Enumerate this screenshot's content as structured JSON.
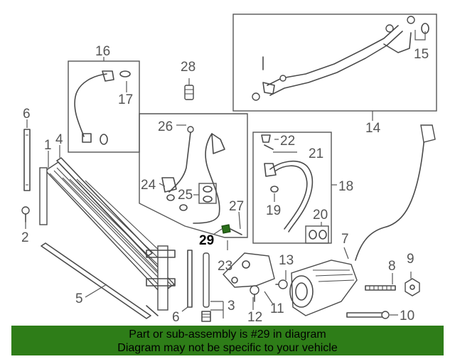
{
  "callouts": {
    "c1": "1",
    "c2": "2",
    "c3": "3",
    "c4": "4",
    "c5": "5",
    "c6a": "6",
    "c6b": "6",
    "c7": "7",
    "c8": "8",
    "c9": "9",
    "c10": "10",
    "c11": "11",
    "c12": "12",
    "c13": "13",
    "c14": "14",
    "c15": "15",
    "c16": "16",
    "c17": "17",
    "c18": "18",
    "c19": "19",
    "c20": "20",
    "c21": "21",
    "c22": "22",
    "c23": "23",
    "c24": "24",
    "c25": "25",
    "c26": "26",
    "c27": "27",
    "c28": "28",
    "c29": "29"
  },
  "highlighted_part": "29",
  "banner": {
    "line1": "Part or sub-assembly is #29 in diagram",
    "line2": "Diagram may not be specific to your vehicle",
    "background_color": "#2e7d18"
  }
}
